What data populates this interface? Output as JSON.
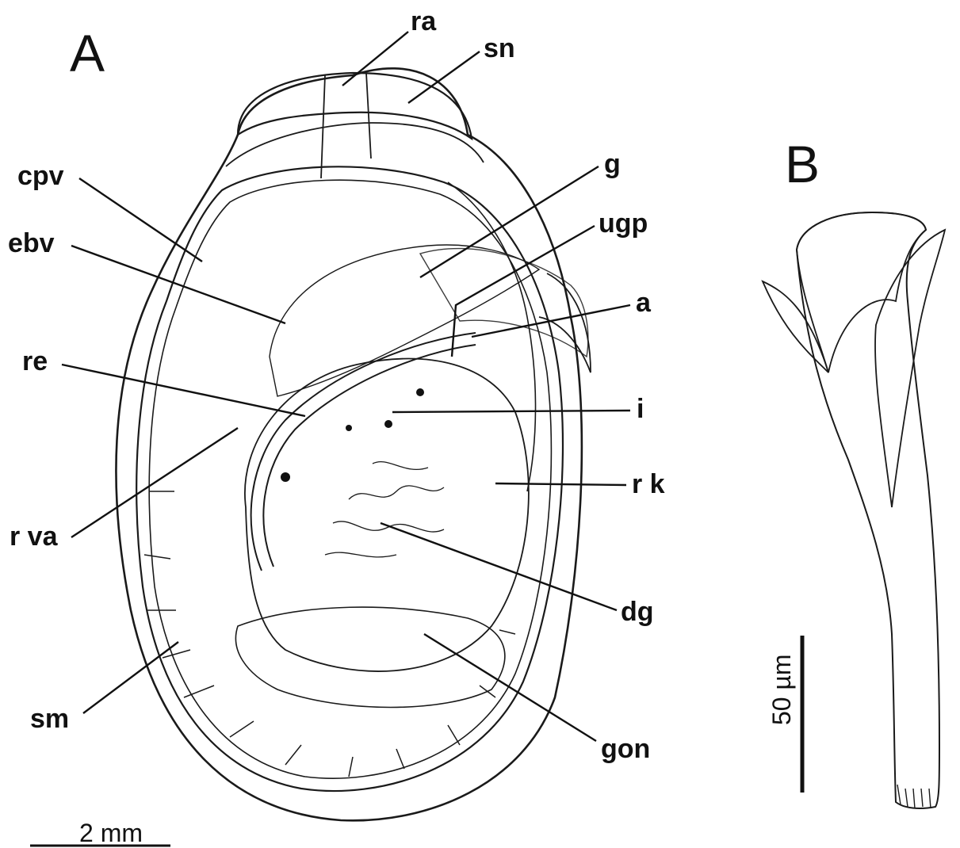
{
  "panels": {
    "a": "A",
    "b": "B"
  },
  "labels": {
    "ra": "ra",
    "sn": "sn",
    "cpv": "cpv",
    "g": "g",
    "ugp": "ugp",
    "ebv": "ebv",
    "a": "a",
    "re": "re",
    "i": "i",
    "rk": "r k",
    "rva": "r va",
    "dg": "dg",
    "sm": "sm",
    "gon": "gon"
  },
  "scale_bars": {
    "a": "2 mm",
    "b": "50 µm"
  },
  "colors": {
    "ink": "#111111",
    "paper": "#ffffff"
  }
}
